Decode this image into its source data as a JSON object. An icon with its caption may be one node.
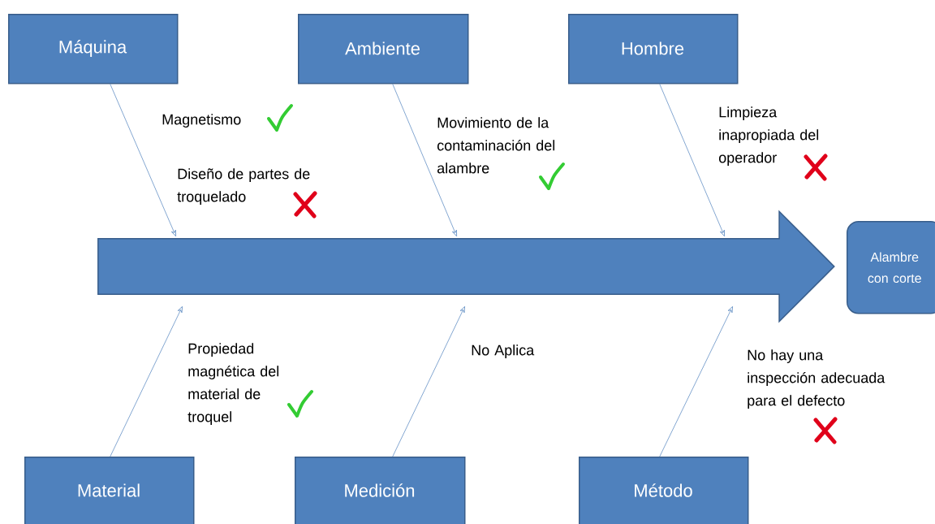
{
  "diagram": {
    "nodes": [
      {
        "text": [
          "Máquina"
        ]
      },
      {
        "text": [
          "Ambiente"
        ]
      },
      {
        "text": [
          "Hombre"
        ]
      },
      {
        "text": [],
        "shape": "arrow"
      },
      {
        "text": [
          "Alambre con corte"
        ]
      },
      {
        "text": [
          "Material"
        ]
      },
      {
        "text": [
          "Medición"
        ]
      },
      {
        "text": [
          "Método"
        ]
      }
    ],
    "edges": [
      {
        "from": 0,
        "to": 3,
        "arrow": "to"
      },
      {
        "from": 1,
        "to": 3,
        "arrow": "to"
      },
      {
        "from": 2,
        "to": 3,
        "arrow": "to"
      },
      {
        "from": 5,
        "to": 3,
        "arrow": "to"
      },
      {
        "from": 6,
        "to": 3,
        "arrow": "to"
      },
      {
        "from": 7,
        "to": 3,
        "arrow": "to"
      }
    ],
    "labels": [
      "Magnetismo",
      "Diseño de partes de troquelado",
      "Movimiento de la contaminación del alambre",
      "Limpieza inapropiada del operador",
      "Propiedad magnética del material de troquel",
      "No Aplica",
      "No hay una inspección adecuada para el defecto"
    ]
  }
}
